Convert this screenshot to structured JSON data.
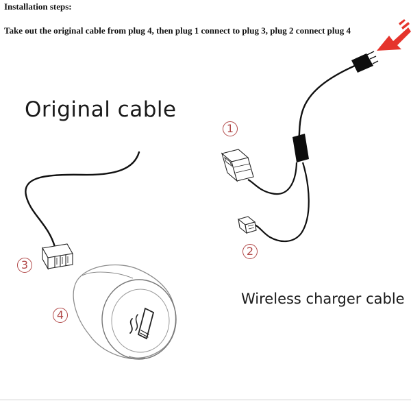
{
  "header": {
    "title": "Installation steps:",
    "instruction": "Take out the original cable from plug 4, then plug 1 connect to plug 3,  plug 2 connect plug 4"
  },
  "labels": {
    "original_cable": "Original cable",
    "wireless_charger_cable": "Wireless charger cable"
  },
  "plugs": [
    {
      "id": "1",
      "symbol": "1"
    },
    {
      "id": "2",
      "symbol": "2"
    },
    {
      "id": "3",
      "symbol": "3"
    },
    {
      "id": "4",
      "symbol": "4"
    }
  ],
  "colors": {
    "arrow": "#e5342c",
    "plug_number": "#b24a4a",
    "cable": "#111111"
  },
  "icons": [
    "arrow-icon",
    "cigarette-symbol-icon"
  ]
}
